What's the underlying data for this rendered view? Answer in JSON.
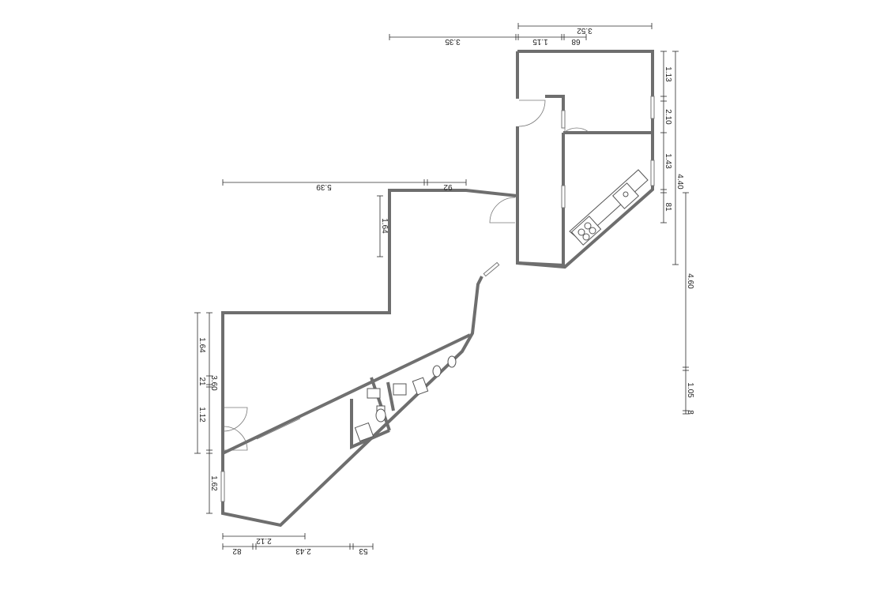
{
  "dimensions": {
    "top_3_52": "3.52",
    "top_3_35": "3.35",
    "top_1_15": "1.15",
    "top_68": "68",
    "mid_5_39": "5.39",
    "mid_92": "92",
    "mid_1_64": "1.64",
    "right_1_13": "1.13",
    "right_2_10": "2.10",
    "right_1_43": "1.43",
    "right_4_40": "4.40",
    "right_81": "81",
    "right_4_60": "4.60",
    "right_1_05": "1.05",
    "right_8": "8",
    "left_1_64": "1.64",
    "left_21": "21",
    "left_3_60": "3.60",
    "left_1_12": "1.12",
    "left_1_62": "1.62",
    "bottom_2_12": "2.12",
    "bottom_82": "82",
    "bottom_2_43": "2.43",
    "bottom_53": "53"
  },
  "fixtures": [
    "stove-icon",
    "kitchen-sink-icon",
    "toilet-icon",
    "shower-icon",
    "washbasin-icon"
  ],
  "colors": {
    "wall": "#6e6e6e",
    "dimension": "#2b2b2b",
    "background": "#ffffff"
  }
}
